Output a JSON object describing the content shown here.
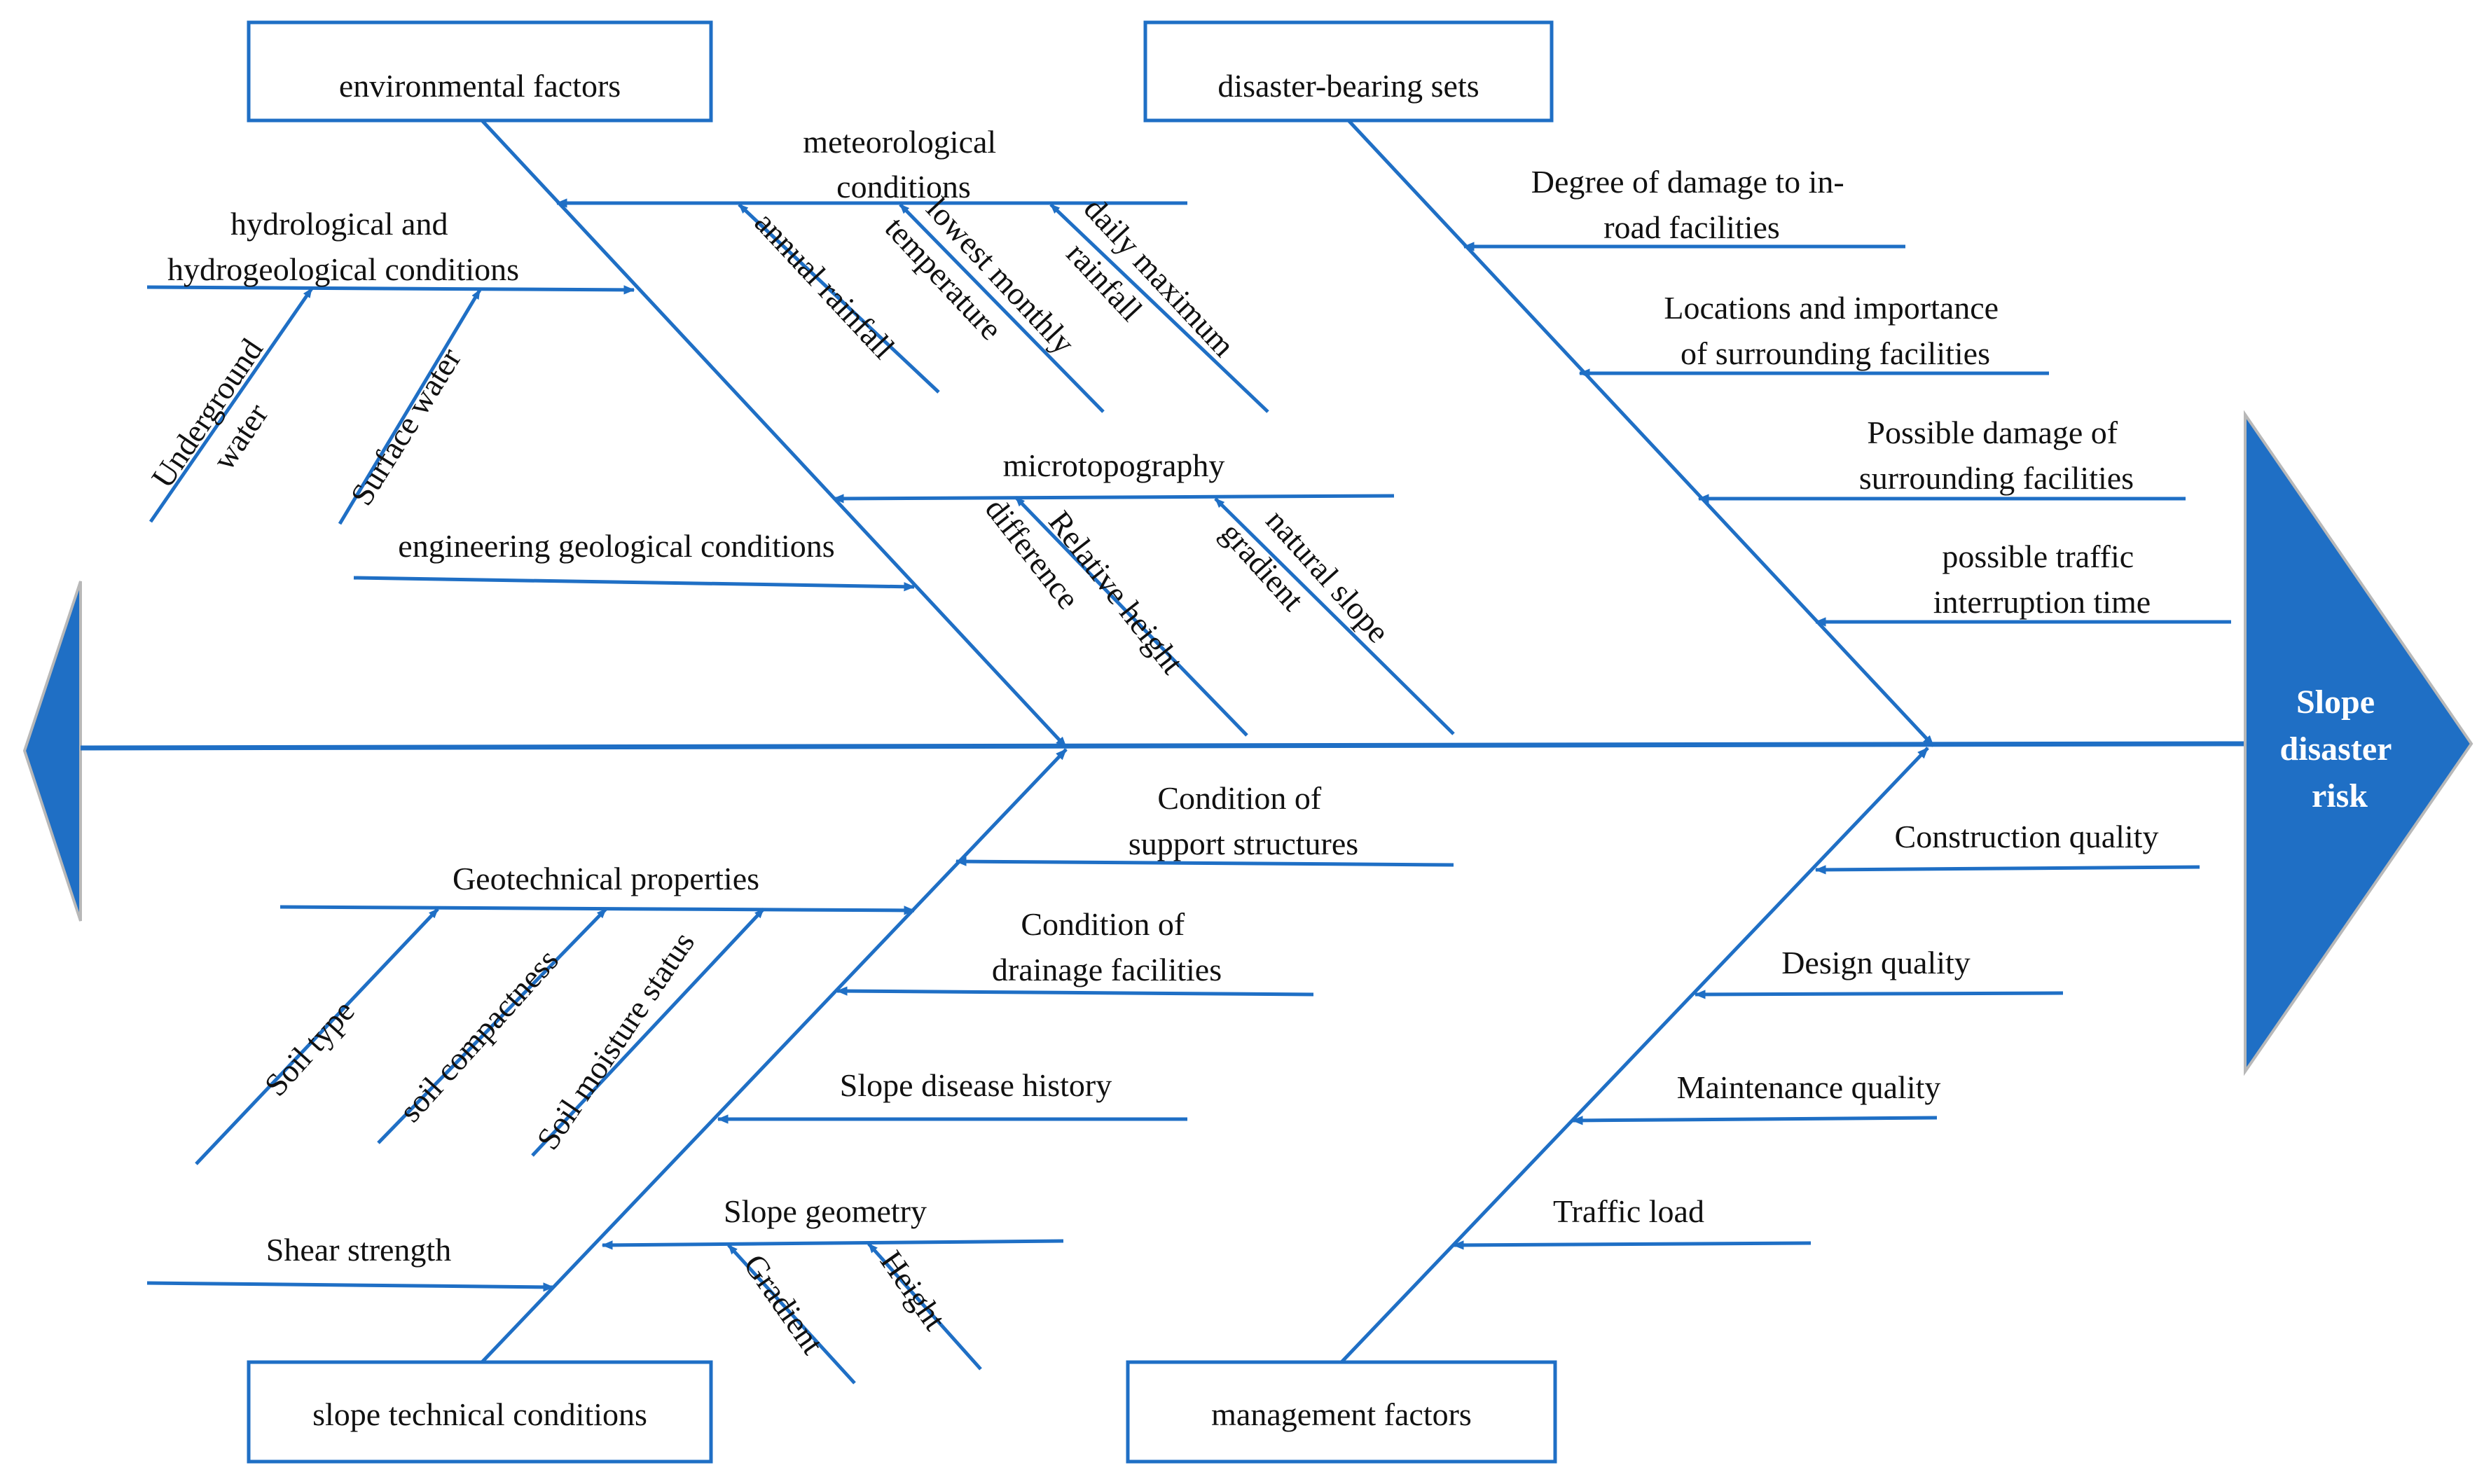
{
  "effect": {
    "lines": [
      "Slope",
      "disaster",
      "risk"
    ]
  },
  "categories": {
    "environmental": "environmental factors",
    "disaster_bearing": "disaster-bearing sets",
    "slope_technical": "slope technical conditions",
    "management": "management factors"
  },
  "environmental": {
    "meteorological": {
      "lines": [
        "meteorological",
        "conditions"
      ],
      "subs": [
        "annual rainfall",
        [
          "lowest monthly",
          "temperature"
        ],
        [
          "daily maximum",
          "rainfall"
        ]
      ]
    },
    "hydrological": {
      "lines": [
        "hydrological and",
        "hydrogeological conditions"
      ],
      "subs": [
        [
          "Underground",
          "water"
        ],
        "Surface water"
      ]
    },
    "microtopography": {
      "label": "microtopography",
      "subs": [
        [
          "Relative height",
          "difference"
        ],
        [
          "natural slope",
          "gradient"
        ]
      ]
    },
    "engineering": {
      "label": "engineering geological conditions"
    }
  },
  "disaster_bearing": [
    [
      "Degree of damage to in-",
      "road facilities"
    ],
    [
      "Locations and importance",
      "of surrounding facilities"
    ],
    [
      "Possible damage of",
      "surrounding facilities"
    ],
    [
      "possible traffic",
      "interruption time"
    ]
  ],
  "slope_technical": {
    "support": [
      "Condition of",
      "support structures"
    ],
    "drainage": [
      "Condition of",
      "drainage facilities"
    ],
    "geotechnical": {
      "label": "Geotechnical properties",
      "subs": [
        "Soil type",
        "soil compactness",
        "Soil moisture status"
      ]
    },
    "history": "Slope disease history",
    "geometry": {
      "label": "Slope geometry",
      "subs": [
        "Gradient",
        "Height"
      ]
    },
    "shear": "Shear strength"
  },
  "management": [
    "Construction quality",
    "Design quality",
    "Maintenance quality",
    "Traffic load"
  ],
  "colors": {
    "line": "#1f6fc5",
    "head": "#1f6fc5",
    "head_outline": "#b8b8b8",
    "text": "#111111"
  }
}
